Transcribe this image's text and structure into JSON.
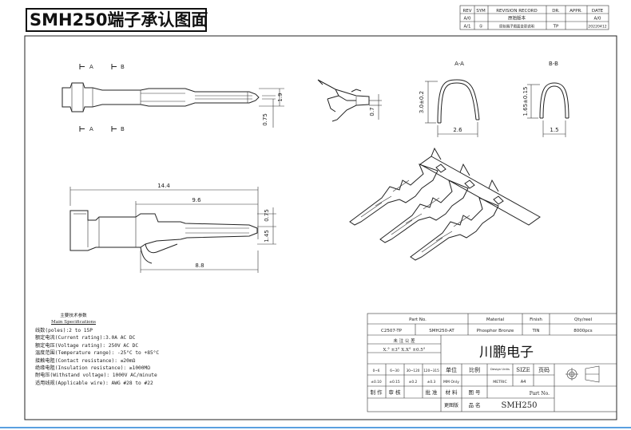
{
  "title": "SMH250端子承认图面",
  "revision": {
    "headers": [
      "REV",
      "SYM",
      "REVISION RECORD",
      "DR.",
      "APPR.",
      "DATE"
    ],
    "rows": [
      [
        "A/0",
        "",
        "原始版本",
        "",
        "",
        "A/0"
      ],
      [
        "A/1",
        "①",
        "原始端子图面变更说明",
        "TP",
        "",
        "20220412"
      ]
    ]
  },
  "sections": {
    "aa": "A-A",
    "bb": "B-B"
  },
  "cut_labels": {
    "a": "A",
    "b": "B"
  },
  "dims": {
    "d19": "1.9",
    "d075": "0.75",
    "d07": "0.7",
    "d30": "3.0±0.2",
    "d26": "2.6",
    "d165": "1.65±0.15",
    "d15": "1.5",
    "d144": "14.4",
    "d96": "9.6",
    "d075b": "0.75",
    "d145": "1.45",
    "d88": "8.8"
  },
  "specs": {
    "heading_cn": "主要技术参数",
    "heading_en": "Main Specifications",
    "lines": [
      "线数(poles):2 to 15P",
      "额定电流(Current rating):3.0A AC DC",
      "额定电压(Voltage rating): 250V AC DC",
      "温度范围(Temperature range): -25°C to +85°C",
      "接触电阻(Contact resistance): ≤20mΩ",
      "绝缘电阻(Insulation resistance): ≥1000MΩ",
      "耐电压(Withstand voltage): 1000V AC/minute",
      "适用线规(Applicable wire): AWG #28 to #22"
    ]
  },
  "titleblock": {
    "headers": [
      "Part No.",
      "Material",
      "Finish",
      "Qty/reel"
    ],
    "values": [
      "C2507-TP",
      "SMH250-AT",
      "Phosphor Bronze",
      "TIN",
      "8000pcs"
    ],
    "tolerance_label": "未 注 公 差",
    "tolerance_values": "X.° ±3° X.X° ±0.5°",
    "range_cells": [
      "0~6",
      "6~30",
      "30~120",
      "120~315"
    ],
    "range_tols": [
      "±0.10",
      "±0.15",
      "±0.2",
      "±0.3"
    ],
    "unit_label": "单位",
    "unit_value": "MM Only",
    "scale_label": "比例",
    "design_label": "Design Units",
    "design_value": "METRIC",
    "size_label": "SIZE",
    "size_value": "A4",
    "page_label": "页码",
    "company": "川鹏电子",
    "sign_labels": [
      "制 作",
      "审 核",
      "批 准",
      "材 料",
      "图 号"
    ],
    "partno_label": "Part No.",
    "ver_label": "更图版",
    "name_label": "品 名",
    "part_name": "SMH250"
  }
}
